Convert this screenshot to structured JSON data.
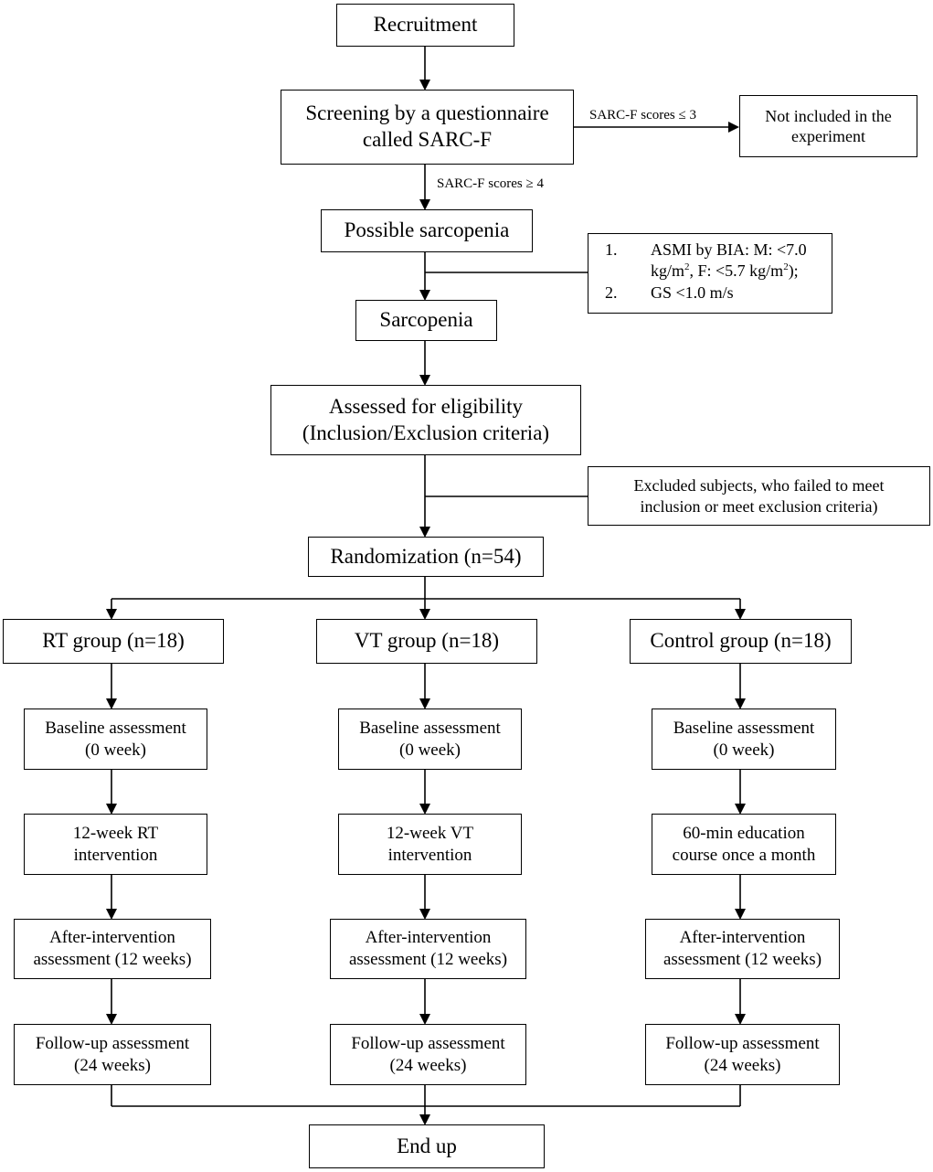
{
  "nodes": {
    "recruitment": "Recruitment",
    "screening": [
      "Screening by a questionnaire",
      "called SARC-F"
    ],
    "not_included": [
      "Not included in the",
      "experiment"
    ],
    "possible": "Possible sarcopenia",
    "sarcopenia": "Sarcopenia",
    "criteria": {
      "item1_num": "1.",
      "item1_line1": "ASMI by BIA: M: <7.0",
      "item1_l2_a": "kg/m",
      "item1_l2_sup1": "2",
      "item1_l2_b": ", F: <5.7 kg/m",
      "item1_l2_sup2": "2",
      "item1_l2_c": ");",
      "item2_num": "2.",
      "item2_text": "GS <1.0 m/s"
    },
    "eligibility": [
      "Assessed for eligibility",
      "(Inclusion/Exclusion criteria)"
    ],
    "excluded": [
      "Excluded subjects, who failed to meet",
      "inclusion or meet exclusion criteria)"
    ],
    "randomization": "Randomization (n=54)",
    "groups": {
      "rt": {
        "title": "RT group (n=18)",
        "baseline": [
          "Baseline assessment",
          "(0 week)"
        ],
        "intervention": [
          "12-week RT",
          "intervention"
        ],
        "after": [
          "After-intervention",
          "assessment (12 weeks)"
        ],
        "followup": [
          "Follow-up assessment",
          "(24 weeks)"
        ]
      },
      "vt": {
        "title": "VT group (n=18)",
        "baseline": [
          "Baseline assessment",
          "(0 week)"
        ],
        "intervention": [
          "12-week VT",
          "intervention"
        ],
        "after": [
          "After-intervention",
          "assessment (12 weeks)"
        ],
        "followup": [
          "Follow-up assessment",
          "(24 weeks)"
        ]
      },
      "control": {
        "title": "Control group (n=18)",
        "baseline": [
          "Baseline assessment",
          "(0 week)"
        ],
        "intervention": [
          "60-min education",
          "course once a month"
        ],
        "after": [
          "After-intervention",
          "assessment (12 weeks)"
        ],
        "followup": [
          "Follow-up assessment",
          "(24 weeks)"
        ]
      }
    },
    "end": "End up"
  },
  "edge_labels": {
    "score_low": "SARC-F scores ≤ 3",
    "score_high": "SARC-F scores ≥ 4"
  },
  "colors": {
    "line": "#000000",
    "box_fill": "#ffffff"
  }
}
